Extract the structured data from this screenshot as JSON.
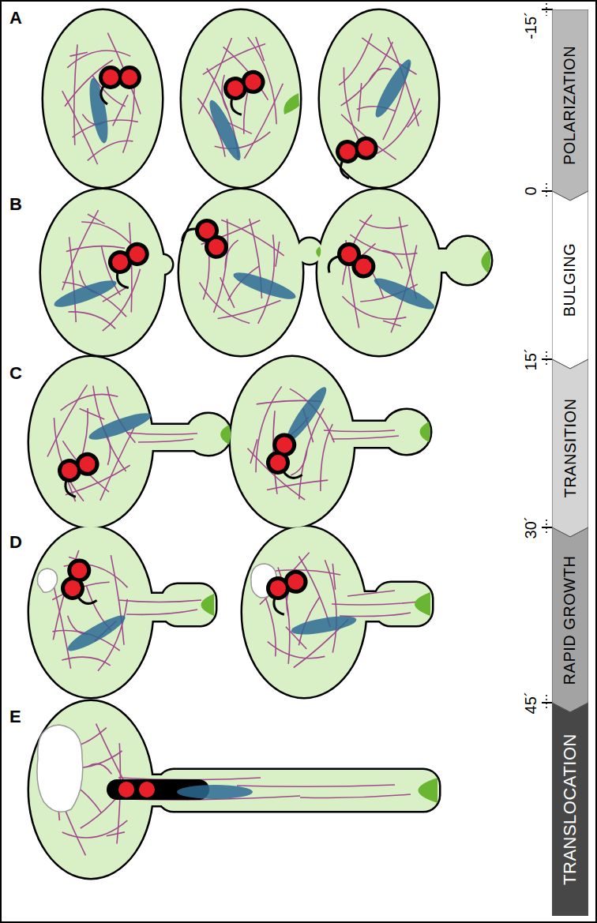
{
  "diagram": {
    "nodes": [
      {
        "text": [
          "POLARIZATION"
        ]
      },
      {
        "text": [
          "BULGING"
        ]
      },
      {
        "text": [
          "TRANSITION"
        ]
      },
      {
        "text": [
          "RAPID GROWTH"
        ]
      },
      {
        "text": [
          "TRANSLOCATION"
        ]
      }
    ],
    "labels": [
      "A",
      "B",
      "C",
      "D",
      "E",
      "-15´",
      "0",
      "15´",
      "30´",
      "45´"
    ]
  }
}
